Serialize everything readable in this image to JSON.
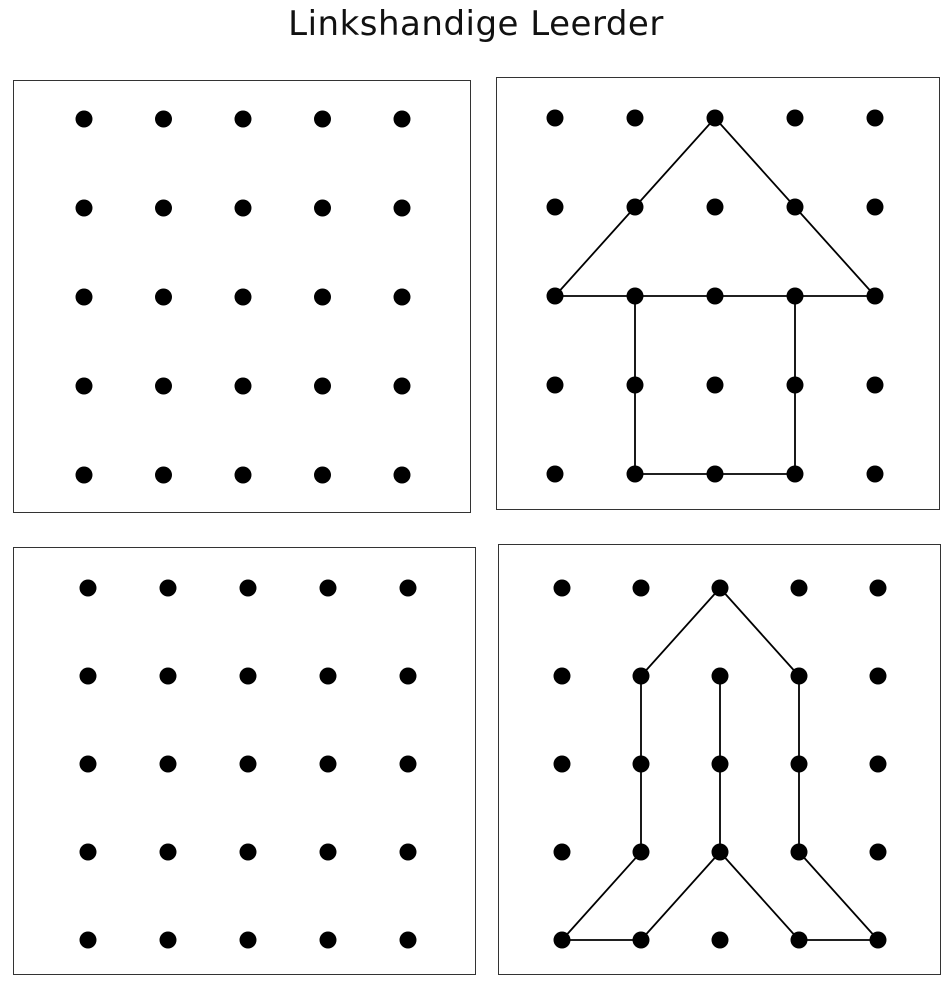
{
  "title": "Linkshandige Leerder",
  "colors": {
    "ink": "#000000",
    "border": "#333333",
    "background": "#ffffff"
  },
  "grid": {
    "rows": 5,
    "cols": 5
  },
  "panels": [
    {
      "id": "top-left",
      "role": "blank",
      "paths": []
    },
    {
      "id": "top-right",
      "role": "example",
      "shape": "house",
      "paths": [
        [
          [
            0,
            2
          ],
          [
            1,
            1
          ],
          [
            2,
            0
          ],
          [
            3,
            1
          ],
          [
            4,
            2
          ]
        ],
        [
          [
            0,
            2
          ],
          [
            4,
            2
          ]
        ],
        [
          [
            1,
            2
          ],
          [
            1,
            4
          ],
          [
            3,
            4
          ],
          [
            3,
            2
          ]
        ]
      ]
    },
    {
      "id": "bottom-left",
      "role": "blank",
      "paths": []
    },
    {
      "id": "bottom-right",
      "role": "example",
      "shape": "arrow",
      "paths": [
        [
          [
            0,
            4
          ],
          [
            1,
            3
          ],
          [
            1,
            1
          ],
          [
            2,
            0
          ],
          [
            3,
            1
          ],
          [
            3,
            3
          ],
          [
            4,
            4
          ],
          [
            3,
            4
          ]
        ],
        [
          [
            0,
            4
          ],
          [
            1,
            4
          ]
        ],
        [
          [
            2,
            1
          ],
          [
            2,
            3
          ]
        ],
        [
          [
            1,
            4
          ],
          [
            2,
            3
          ],
          [
            3,
            4
          ]
        ]
      ]
    }
  ]
}
